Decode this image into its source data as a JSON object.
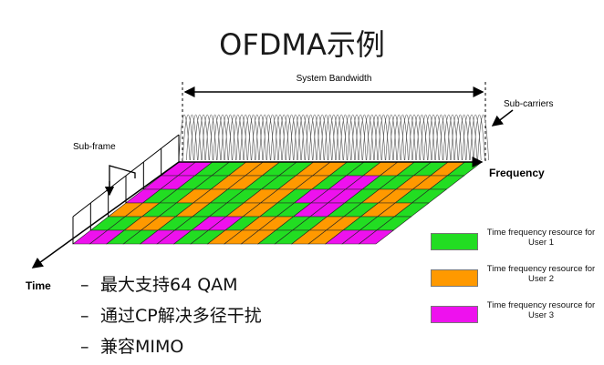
{
  "title": "OFDMA示例",
  "diagram": {
    "system_bandwidth_label": "System Bandwidth",
    "sub_carriers_label": "Sub-carriers",
    "sub_frame_label": "Sub-frame",
    "frequency_label": "Frequency",
    "time_label": "Time"
  },
  "legend": [
    {
      "text": "Time frequency resource for User 1",
      "color": "#22dd22"
    },
    {
      "text": "Time frequency resource for User 2",
      "color": "#ff9900"
    },
    {
      "text": "Time frequency resource for User 3",
      "color": "#ee11ee"
    }
  ],
  "bullets": [
    {
      "dash": "–",
      "text": "最大支持64 QAM"
    },
    {
      "dash": "–",
      "text": "通过CP解决多径干扰"
    },
    {
      "dash": "–",
      "text": "兼容MIMO"
    }
  ],
  "grid_assignment": [
    [
      3,
      3,
      1,
      1,
      2,
      2,
      1,
      1,
      2,
      2,
      1,
      1,
      2,
      2,
      1,
      1,
      2,
      1
    ],
    [
      3,
      3,
      1,
      1,
      2,
      2,
      1,
      1,
      2,
      2,
      1,
      3,
      3,
      1,
      1,
      2,
      2,
      1
    ],
    [
      3,
      1,
      1,
      2,
      2,
      1,
      1,
      2,
      2,
      1,
      3,
      3,
      3,
      1,
      2,
      2,
      1,
      1
    ],
    [
      2,
      2,
      1,
      1,
      2,
      1,
      1,
      2,
      2,
      1,
      1,
      3,
      3,
      1,
      1,
      2,
      2,
      1
    ],
    [
      1,
      1,
      2,
      2,
      1,
      1,
      3,
      3,
      1,
      2,
      2,
      1,
      1,
      2,
      2,
      1,
      1,
      1
    ],
    [
      3,
      3,
      1,
      1,
      3,
      3,
      1,
      1,
      2,
      2,
      2,
      1,
      1,
      2,
      2,
      3,
      3,
      3
    ]
  ]
}
